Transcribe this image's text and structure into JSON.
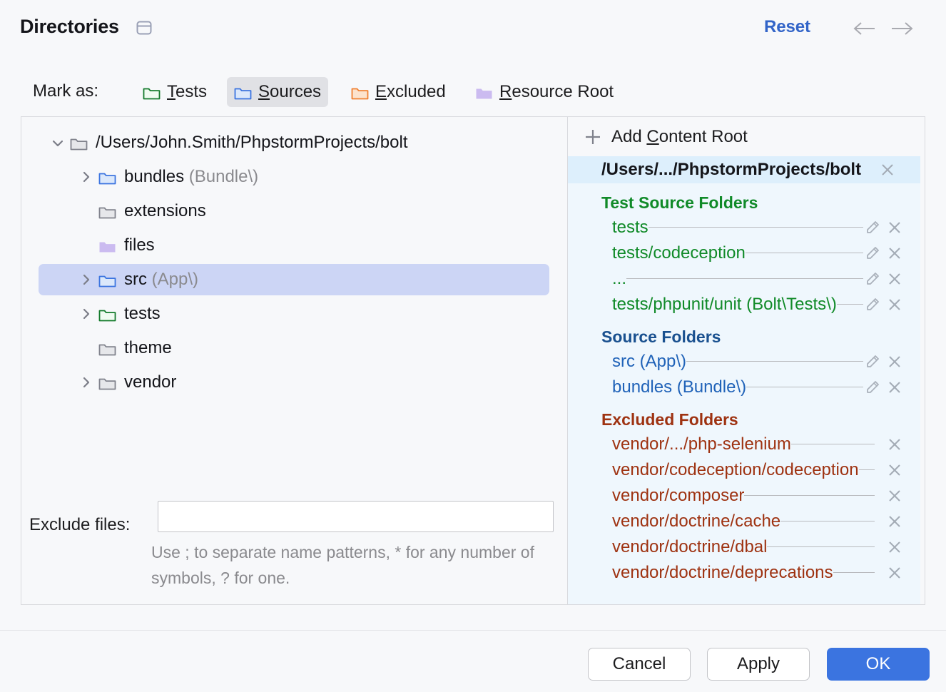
{
  "header": {
    "title": "Directories",
    "panel_icon": "panel-window-icon",
    "reset_label": "Reset",
    "nav_back_icon": "arrow-left-icon",
    "nav_forward_icon": "arrow-right-icon",
    "reset_color": "#3264c8"
  },
  "mark_as": {
    "label": "Mark as:",
    "options": [
      {
        "label": "Tests",
        "mnemonic": "T",
        "rest": "ests",
        "folder": "folder-green-outline-icon",
        "selected": false
      },
      {
        "label": "Sources",
        "mnemonic": "S",
        "rest": "ources",
        "folder": "folder-blue-outline-icon",
        "selected": true
      },
      {
        "label": "Excluded",
        "mnemonic": "E",
        "rest": "xcluded",
        "folder": "folder-orange-outline-icon",
        "selected": false
      },
      {
        "label": "Resource Root",
        "mnemonic": "R",
        "rest": "esource Root",
        "folder": "folder-purple-filled-icon",
        "selected": false
      }
    ]
  },
  "tree": {
    "rows": [
      {
        "name": "/Users/John.Smith/PhpstormProjects/bolt",
        "suffix": "",
        "depth": 0,
        "twisty": "expanded",
        "folder": "folder-gray-icon",
        "selected": false
      },
      {
        "name": "bundles",
        "suffix": " (Bundle\\)",
        "depth": 1,
        "twisty": "collapsed",
        "folder": "folder-blue-outline-icon",
        "selected": false
      },
      {
        "name": "extensions",
        "suffix": "",
        "depth": 1,
        "twisty": "none",
        "folder": "folder-gray-icon",
        "selected": false
      },
      {
        "name": "files",
        "suffix": "",
        "depth": 1,
        "twisty": "none",
        "folder": "folder-purple-filled-icon",
        "selected": false
      },
      {
        "name": "src",
        "suffix": " (App\\)",
        "depth": 1,
        "twisty": "collapsed",
        "folder": "folder-blue-outline-icon",
        "selected": true
      },
      {
        "name": "tests",
        "suffix": "",
        "depth": 1,
        "twisty": "collapsed",
        "folder": "folder-green-outline-icon",
        "selected": false
      },
      {
        "name": "theme",
        "suffix": "",
        "depth": 1,
        "twisty": "none",
        "folder": "folder-gray-icon",
        "selected": false
      },
      {
        "name": "vendor",
        "suffix": "",
        "depth": 1,
        "twisty": "collapsed",
        "folder": "folder-gray-icon",
        "selected": false
      }
    ]
  },
  "exclude_files": {
    "label": "Exclude files:",
    "value": "",
    "placeholder": "",
    "hint_line1": "Use ; to separate name patterns, * for any",
    "hint_line2": "number of symbols, ? for one."
  },
  "roots": {
    "add_label_pre": "Add ",
    "add_mnemonic": "C",
    "add_label_post": "ontent Root",
    "add_icon": "plus-icon",
    "content_root_path": "/Users/.../PhpstormProjects/bolt",
    "content_root_close_icon": "close-icon",
    "groups": [
      {
        "title": "Test Source Folders",
        "kind": "test",
        "color": "#108a28",
        "entries": [
          {
            "name": "tests",
            "has_edit": true,
            "edit_icon": "pencil-icon",
            "close_icon": "close-icon"
          },
          {
            "name": "tests/codeception",
            "has_edit": true,
            "edit_icon": "pencil-icon",
            "close_icon": "close-icon"
          },
          {
            "name": "...",
            "has_edit": true,
            "edit_icon": "pencil-icon",
            "close_icon": "close-icon"
          },
          {
            "name": "tests/phpunit/unit (Bolt\\Tests\\)",
            "has_edit": true,
            "edit_icon": "pencil-icon",
            "close_icon": "close-icon"
          }
        ]
      },
      {
        "title": "Source Folders",
        "kind": "source",
        "color": "#19508f",
        "entries": [
          {
            "name": "src (App\\)",
            "has_edit": true,
            "edit_icon": "pencil-icon",
            "close_icon": "close-icon"
          },
          {
            "name": "bundles (Bundle\\)",
            "has_edit": true,
            "edit_icon": "pencil-icon",
            "close_icon": "close-icon"
          }
        ]
      },
      {
        "title": "Excluded Folders",
        "kind": "excluded",
        "color": "#9e3211",
        "entries": [
          {
            "name": "vendor/.../php-selenium",
            "has_edit": false,
            "close_icon": "close-icon"
          },
          {
            "name": "vendor/codeception/codeception",
            "has_edit": false,
            "close_icon": "close-icon"
          },
          {
            "name": "vendor/composer",
            "has_edit": false,
            "close_icon": "close-icon"
          },
          {
            "name": "vendor/doctrine/cache",
            "has_edit": false,
            "close_icon": "close-icon"
          },
          {
            "name": "vendor/doctrine/dbal",
            "has_edit": false,
            "close_icon": "close-icon"
          },
          {
            "name": "vendor/doctrine/deprecations",
            "has_edit": false,
            "close_icon": "close-icon"
          }
        ]
      }
    ]
  },
  "footer": {
    "cancel_label": "Cancel",
    "apply_label": "Apply",
    "ok_label": "OK",
    "ok_color": "#3b74e0"
  }
}
